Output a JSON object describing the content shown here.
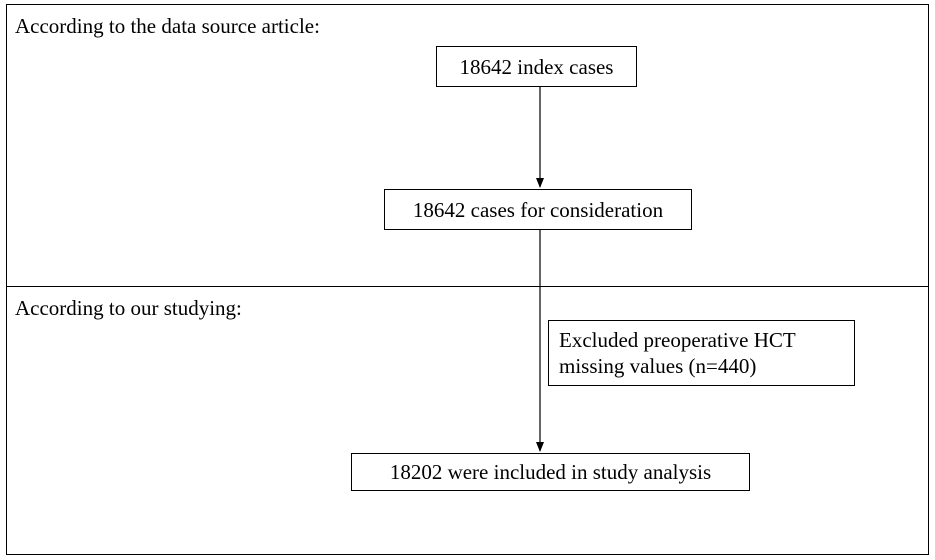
{
  "sections": {
    "top_label": "According to the data source article:",
    "bottom_label": "According to our studying:"
  },
  "boxes": {
    "index_cases": "18642 index cases",
    "consideration": "18642 cases for consideration",
    "excluded_line1": "Excluded preoperative HCT",
    "excluded_line2": "missing values (n=440)",
    "included": "18202 were included in study analysis"
  }
}
